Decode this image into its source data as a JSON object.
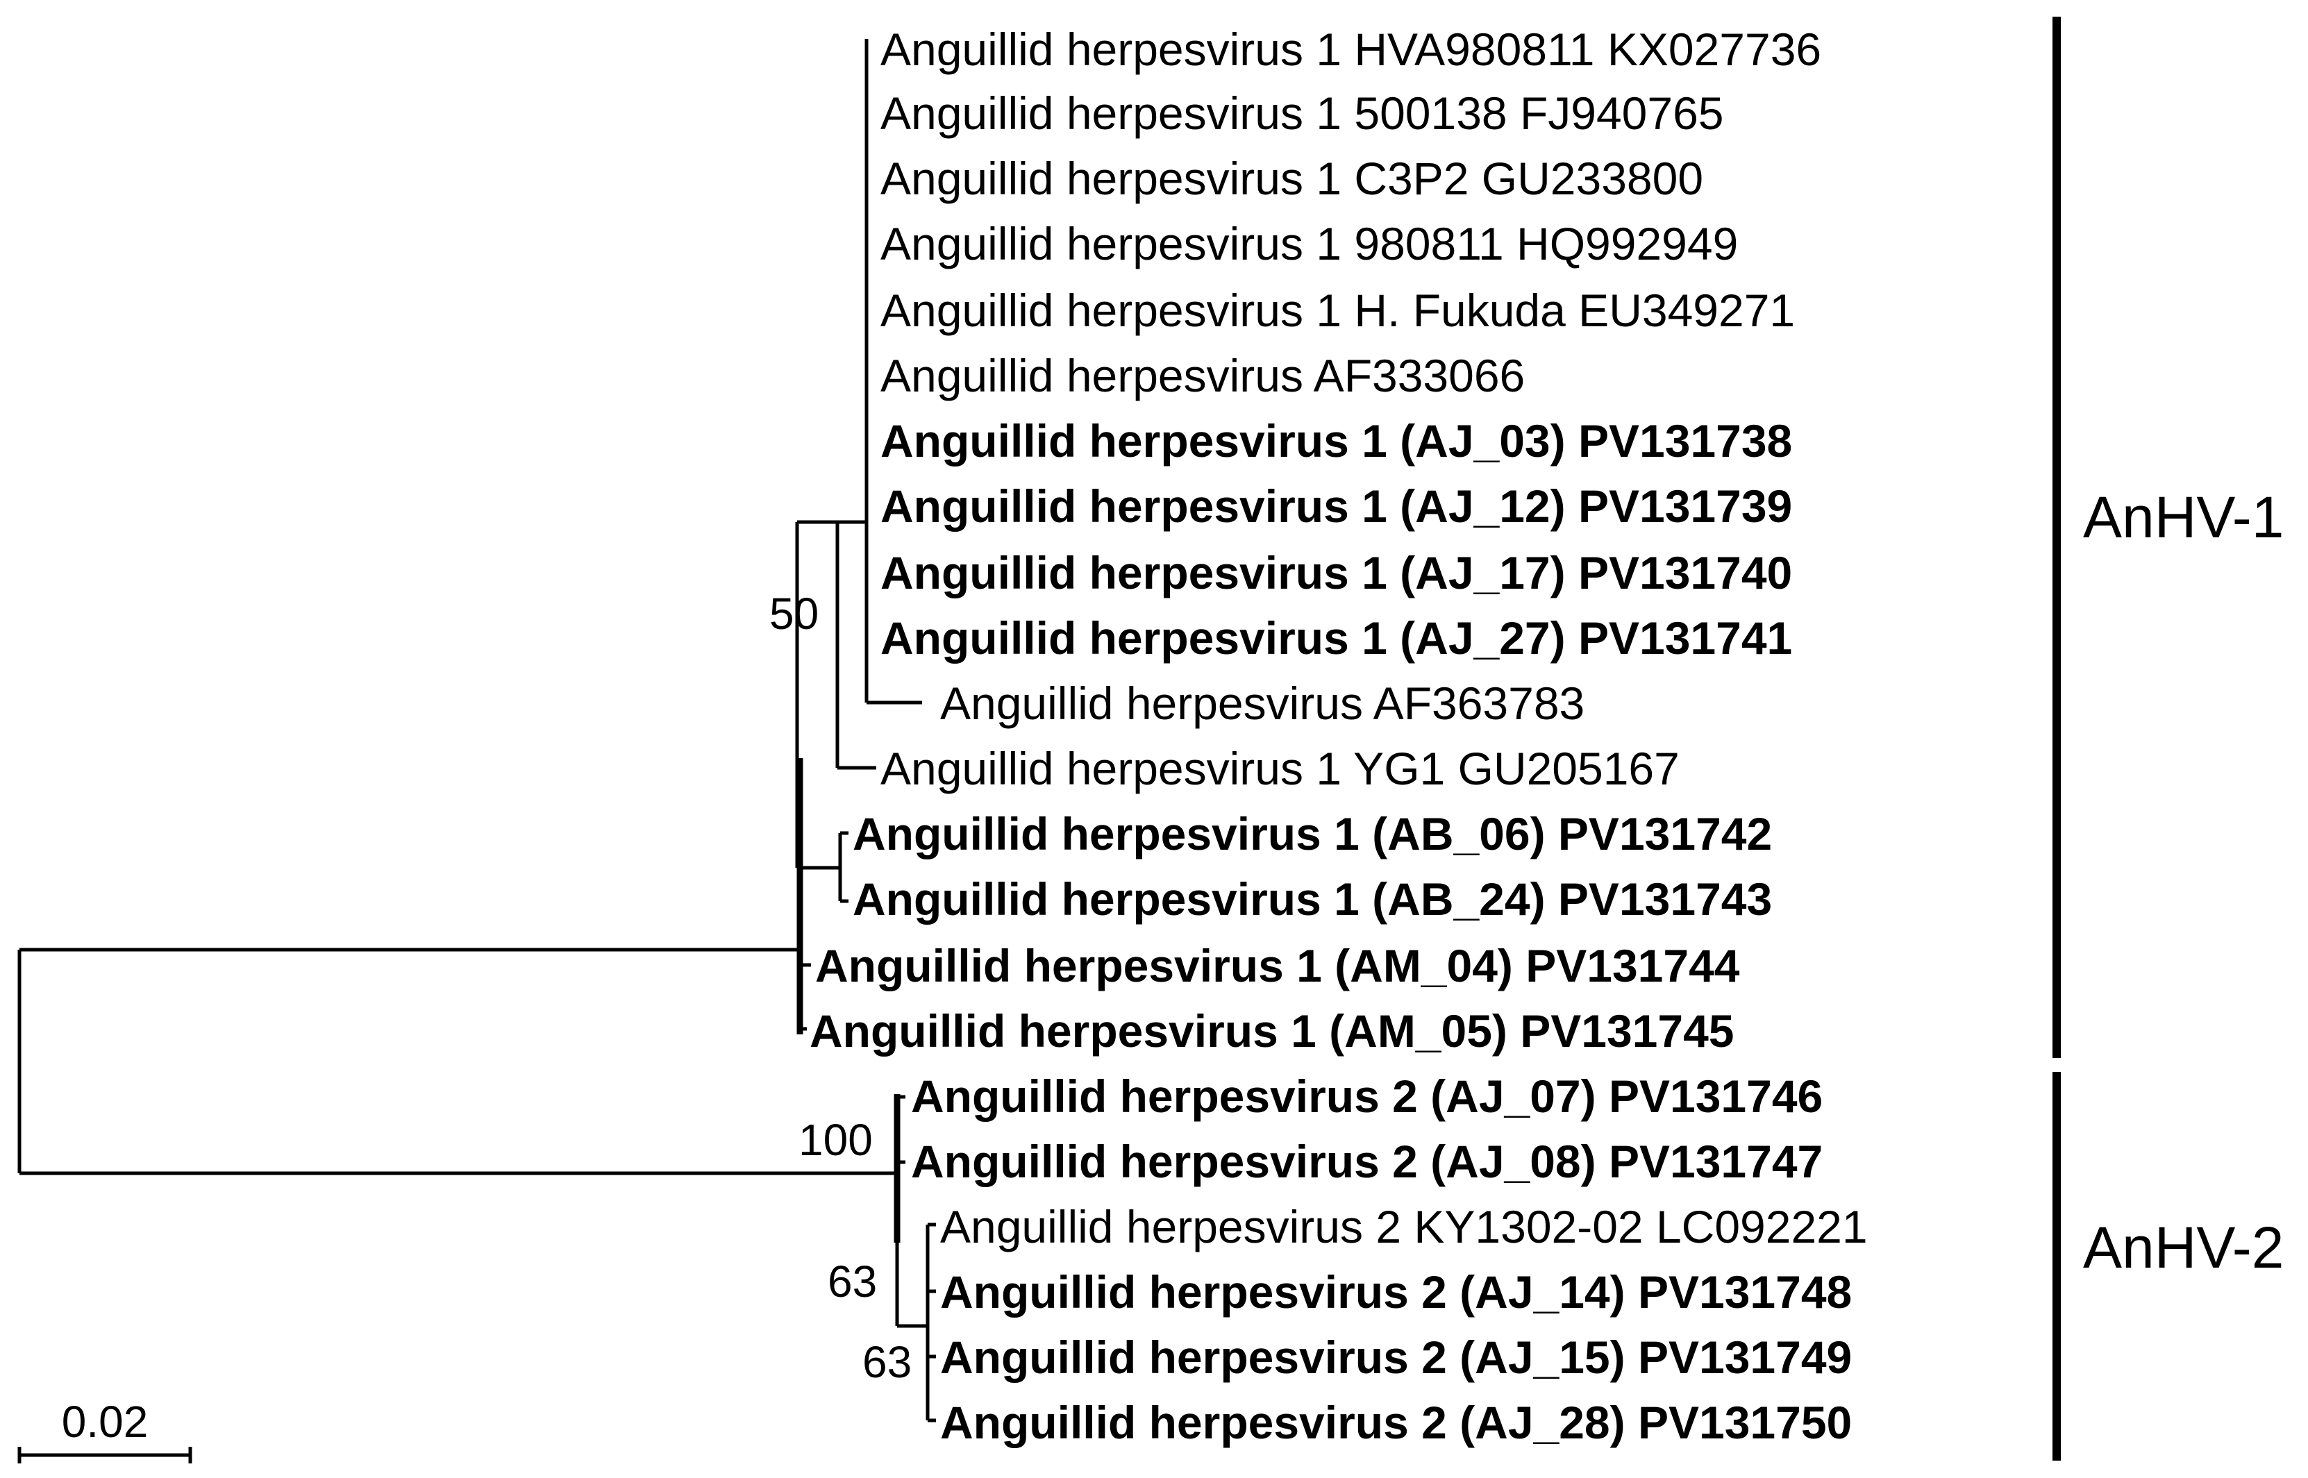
{
  "taxa": [
    {
      "label": "Anguillid herpesvirus 1 HVA980811 KX027736",
      "bold": false
    },
    {
      "label": "Anguillid herpesvirus 1 500138 FJ940765",
      "bold": false
    },
    {
      "label": "Anguillid herpesvirus 1 C3P2 GU233800",
      "bold": false
    },
    {
      "label": "Anguillid herpesvirus 1 980811 HQ992949",
      "bold": false
    },
    {
      "label": "Anguillid herpesvirus 1 H. Fukuda EU349271",
      "bold": false
    },
    {
      "label": "Anguillid herpesvirus AF333066",
      "bold": false
    },
    {
      "label": "Anguillid herpesvirus 1 (AJ_03) PV131738",
      "bold": true
    },
    {
      "label": "Anguillid herpesvirus 1 (AJ_12) PV131739",
      "bold": true
    },
    {
      "label": "Anguillid herpesvirus 1 (AJ_17) PV131740",
      "bold": true
    },
    {
      "label": "Anguillid herpesvirus 1 (AJ_27) PV131741",
      "bold": true
    },
    {
      "label": "Anguillid herpesvirus AF363783",
      "bold": false
    },
    {
      "label": "Anguillid herpesvirus 1 YG1 GU205167",
      "bold": false
    },
    {
      "label": "Anguillid herpesvirus 1 (AB_06) PV131742",
      "bold": true
    },
    {
      "label": "Anguillid herpesvirus 1 (AB_24) PV131743",
      "bold": true
    },
    {
      "label": "Anguillid herpesvirus 1 (AM_04) PV131744",
      "bold": true
    },
    {
      "label": "Anguillid herpesvirus 1 (AM_05) PV131745",
      "bold": true
    },
    {
      "label": "Anguillid herpesvirus 2 (AJ_07) PV131746",
      "bold": true
    },
    {
      "label": "Anguillid herpesvirus 2 (AJ_08) PV131747",
      "bold": true
    },
    {
      "label": "Anguillid herpesvirus 2 KY1302-02 LC092221",
      "bold": false
    },
    {
      "label": "Anguillid herpesvirus 2 (AJ_14) PV131748",
      "bold": true
    },
    {
      "label": "Anguillid herpesvirus 2 (AJ_15) PV131749",
      "bold": true
    },
    {
      "label": "Anguillid herpesvirus 2 (AJ_28) PV131750",
      "bold": true
    }
  ],
  "support_values": [
    "50",
    "100",
    "63",
    "63"
  ],
  "clades": [
    {
      "label": "AnHV-1",
      "first_taxon": 0,
      "last_taxon": 15
    },
    {
      "label": "AnHV-2",
      "first_taxon": 16,
      "last_taxon": 21
    }
  ],
  "scale_bar": {
    "label": "0.02",
    "value": 0.02
  },
  "colors": {
    "line": "#000000",
    "text": "#000000",
    "background": "#ffffff"
  }
}
